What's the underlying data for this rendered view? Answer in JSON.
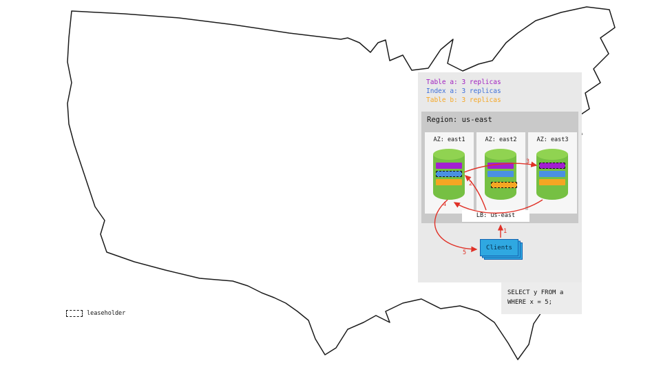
{
  "legend": {
    "items": [
      {
        "label": "Table a: 3 replicas",
        "color": "#a020c0"
      },
      {
        "label": "Index a: 3 replicas",
        "color": "#3e6fd9"
      },
      {
        "label": "Table b: 3 replicas",
        "color": "#f5a623"
      }
    ]
  },
  "region": {
    "title": "Region: us-east",
    "azs": [
      {
        "label": "AZ: east1"
      },
      {
        "label": "AZ: east2"
      },
      {
        "label": "AZ: east3"
      }
    ]
  },
  "lb": {
    "label": "LB: us-east"
  },
  "clients": {
    "label": "Clients"
  },
  "steps": {
    "one": "1",
    "two": "2",
    "three": "3",
    "four": "4",
    "five": "5"
  },
  "sql": {
    "line1": "SELECT y FROM a",
    "line2": "WHERE x = 5;"
  },
  "key": {
    "leaseholder": "leaseholder"
  },
  "colors": {
    "table_a": "#a020c0",
    "index_a": "#4a90e2",
    "table_b": "#f5a623",
    "cylinder_green": "#76c043",
    "arrow_red": "#e03127",
    "clients_blue": "#2fa8e1",
    "panel_gray": "#e9e9e9",
    "region_gray": "#c9c9c9"
  }
}
